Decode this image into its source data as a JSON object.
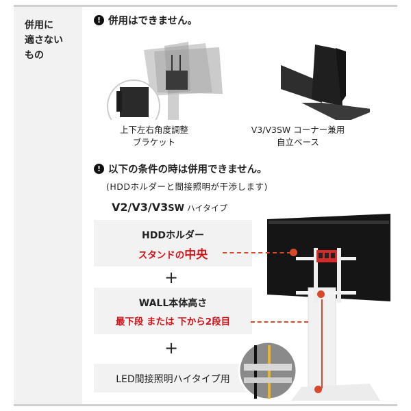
{
  "left_label": "併用に\n適さない\nもの",
  "left_label_lines": [
    "併用に",
    "適さない",
    "もの"
  ],
  "section1": {
    "heading": "併用はできません。",
    "items": [
      {
        "caption_line1": "上下左右角度調整",
        "caption_line2": "ブラケット",
        "icon": "bracket-image"
      },
      {
        "caption_line1": "V3/V3SW コーナー兼用",
        "caption_line2": "自立ベース",
        "icon": "corner-base-image"
      }
    ]
  },
  "section2": {
    "heading": "以下の条件の時は併用できません。",
    "subtext": "(HDDホルダーと間接照明が干渉します)",
    "model_main": "V2/V3/V3",
    "model_sw": "SW",
    "model_suffix": " ハイタイプ",
    "conditions": [
      {
        "title": "HDDホルダー",
        "detail_prefix": "スタンドの",
        "detail_emph": "中央"
      },
      {
        "title": "WALL本体高さ",
        "detail": "最下段 または 下から2段目"
      },
      {
        "title": "LED間接照明ハイタイプ用"
      }
    ],
    "plus": "+"
  },
  "colors": {
    "accent_red": "#d0141a",
    "dash_orange": "#d9482b",
    "panel_gray": "#f2f2f2",
    "border_gray": "#cfcfcf"
  }
}
